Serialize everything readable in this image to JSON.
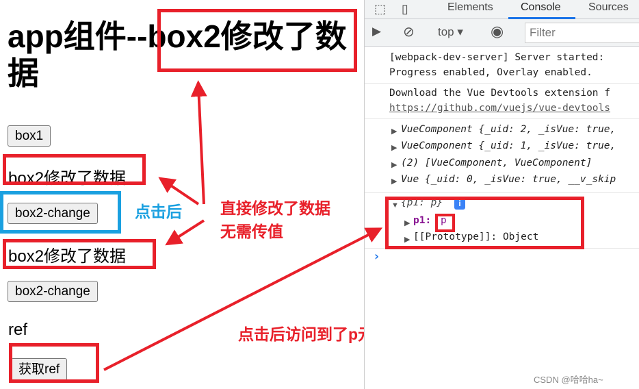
{
  "page": {
    "heading": "app组件--box2修改了数据",
    "box1_button": "box1",
    "box2_text_1": "box2修改了数据",
    "box2_change_1": "box2-change",
    "box2_text_2": "box2修改了数据",
    "box2_change_2": "box2-change",
    "ref_label": "ref",
    "get_ref_button": "获取ref"
  },
  "annotations": {
    "after_click": "点击后",
    "direct_modify_1": "直接修改了数据",
    "direct_modify_2": "无需传值",
    "access_p": "点击后访问到了p元素",
    "watermark": "CSDN @哈哈ha~"
  },
  "devtools": {
    "tabs": [
      "Elements",
      "Console",
      "Sources"
    ],
    "active_tab": "Console",
    "context": "top",
    "filter_placeholder": "Filter",
    "console": {
      "l1": "[webpack-dev-server] Server started:",
      "l2": "Progress enabled, Overlay enabled.",
      "l3": "Download the Vue Devtools extension f",
      "l4": "https://github.com/vuejs/vue-devtools",
      "l5": "VueComponent {_uid: 2, _isVue: true,",
      "l6": "VueComponent {_uid: 1, _isVue: true,",
      "l7": "(2) [VueComponent, VueComponent]",
      "l8": "Vue {_uid: 0, _isVue: true, __v_skip",
      "obj": "{p1: p}",
      "p1_key": "p1:",
      "p1_val": "p",
      "proto": "[[Prototype]]: Object",
      "prompt": "›"
    }
  },
  "colors": {
    "red": "#e8202a",
    "blue": "#1aa0e0"
  }
}
